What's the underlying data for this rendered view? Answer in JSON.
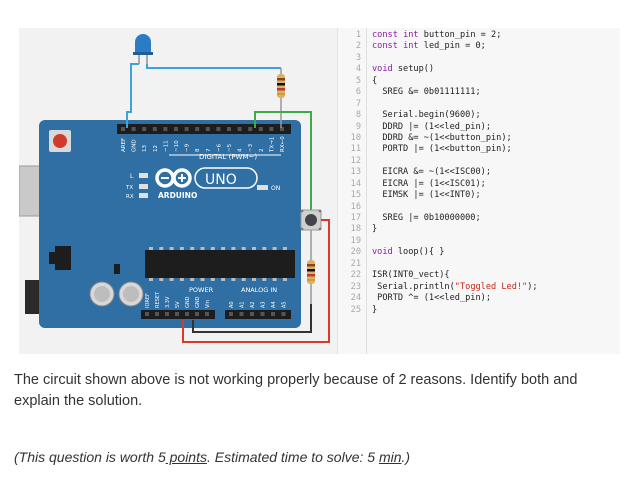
{
  "board": {
    "brand": "ARDUINO",
    "model": "UNO",
    "digital_label": "DIGITAL (PWM~)",
    "power_label": "POWER",
    "analog_label": "ANALOG IN",
    "on_label": "ON",
    "tx_label": "TX",
    "rx_label": "RX",
    "l_label": "L",
    "top_pins": [
      "AREF",
      "GND",
      "13",
      "12",
      "~11",
      "~10",
      "~9",
      "8",
      "7",
      "~6",
      "~5",
      "4",
      "~3",
      "2",
      "TX→1",
      "RX←0"
    ],
    "power_pins": [
      "IOREF",
      "RESET",
      "3.3V",
      "5V",
      "GND",
      "GND",
      "Vin"
    ],
    "analog_pins": [
      "A0",
      "A1",
      "A2",
      "A3",
      "A4",
      "A5"
    ]
  },
  "code": {
    "lines": [
      "const int button_pin = 2;",
      "const int led_pin = 0;",
      "",
      "void setup()",
      "{",
      "  SREG &= 0b01111111;",
      "",
      "  Serial.begin(9600);",
      "  DDRD |= (1<<led_pin);",
      "  DDRD &= ~(1<<button_pin);",
      "  PORTD |= (1<<button_pin);",
      "",
      "  EICRA &= ~(1<<ISC00);",
      "  EICRA |= (1<<ISC01);",
      "  EIMSK |= (1<<INT0);",
      "",
      "  SREG |= 0b10000000;",
      "}",
      "",
      "void loop(){ }",
      "",
      "ISR(INT0_vect){",
      " Serial.println(\"Toggled Led!\");",
      " PORTD ^= (1<<led_pin);",
      "}"
    ]
  },
  "question": {
    "text": "The circuit shown above is not working properly because of 2 reasons. Identify both and explain the solution.",
    "note_prefix": "(This question is worth 5",
    "note_points": " points",
    "note_mid": ". Estimated time to solve: 5 ",
    "note_min": "min",
    "note_suffix": ".)"
  },
  "colors": {
    "board": "#2f6fa3",
    "wire_blue": "#3aa3dc",
    "wire_green": "#3dab4a",
    "wire_red": "#d83a2e",
    "wire_black": "#333333",
    "led": "#2a7cc4"
  }
}
